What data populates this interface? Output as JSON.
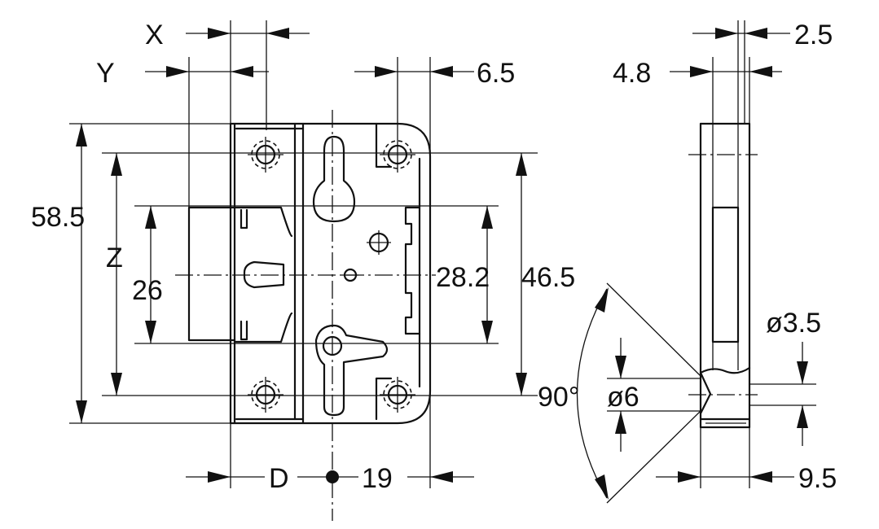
{
  "labels": {
    "x": "X",
    "y": "Y",
    "z": "Z",
    "d": "D",
    "d_6_5": "6.5",
    "d_58_5": "58.5",
    "d_26": "26",
    "d_28_2": "28.2",
    "d_46_5": "46.5",
    "d_19": "19",
    "d_2_5": "2.5",
    "d_4_8": "4.8",
    "d_90": "90°",
    "d_phi6": "ø6",
    "d_phi3_5": "ø3.5",
    "d_9_5": "9.5"
  }
}
